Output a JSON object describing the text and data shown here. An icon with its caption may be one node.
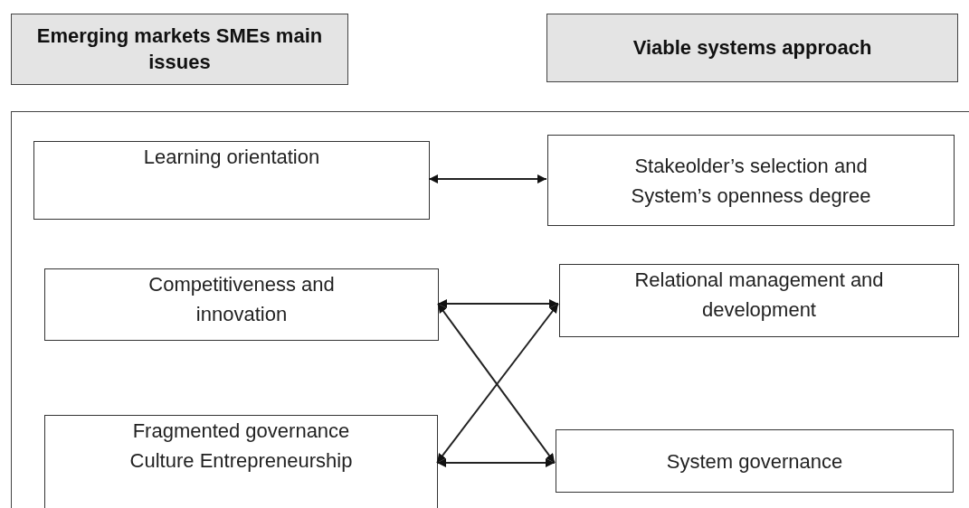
{
  "diagram": {
    "nodes": [
      {
        "text": [
          "Emerging markets SMEs main issues"
        ]
      },
      {
        "text": [
          "Viable systems approach"
        ]
      },
      {
        "text": [],
        "shape": "box"
      },
      {
        "text": [
          "Learning orientation"
        ],
        "in": 2
      },
      {
        "text": [
          "Stakeolder’s selection and System’s openness degree"
        ],
        "in": 2
      },
      {
        "text": [
          "Competitiveness and innovation"
        ],
        "in": 2
      },
      {
        "text": [
          "Relational management and development"
        ],
        "in": 2
      },
      {
        "text": [
          "Fragmented governance Culture Entrepreneurship"
        ],
        "in": 2
      },
      {
        "text": [
          "System governance"
        ],
        "in": 2
      }
    ],
    "edges": [
      {
        "from": 3,
        "to": 4,
        "arrow": "both"
      },
      {
        "from": 5,
        "to": 6,
        "arrow": "both"
      },
      {
        "from": 5,
        "to": 8,
        "arrow": "both"
      },
      {
        "from": 7,
        "to": 6,
        "arrow": "both"
      },
      {
        "from": 7,
        "to": 8,
        "arrow": "both"
      }
    ]
  }
}
